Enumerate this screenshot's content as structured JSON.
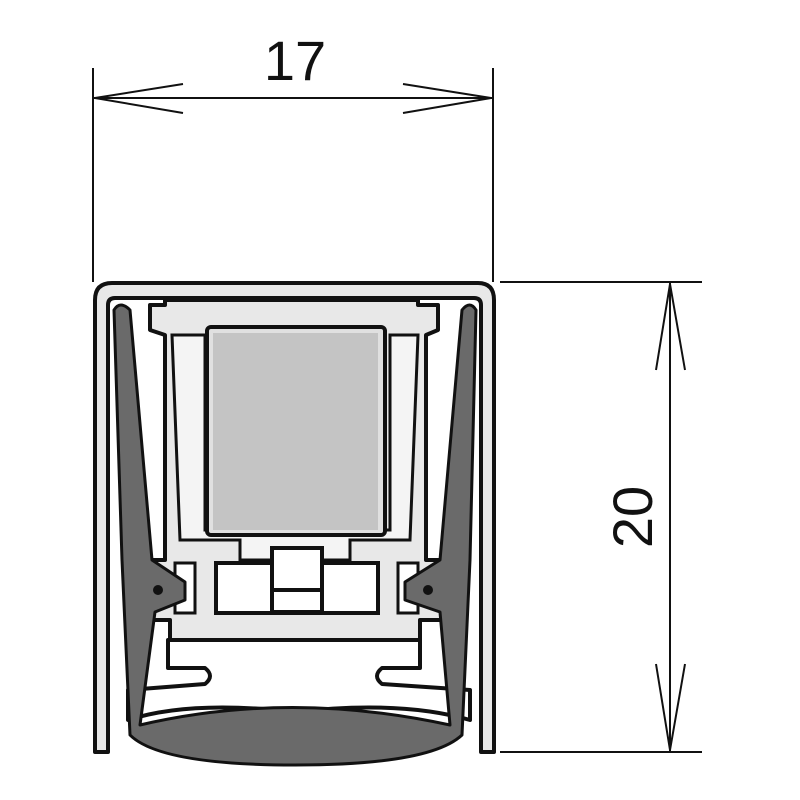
{
  "drawing": {
    "type": "door seal profile cross-section",
    "dimensions": {
      "width_label": "17",
      "height_label": "20"
    },
    "colors": {
      "outline": "#111111",
      "aluminium": "#e8e8e8",
      "seal": "#6a6a6a",
      "block": "#c4c4c4"
    }
  }
}
